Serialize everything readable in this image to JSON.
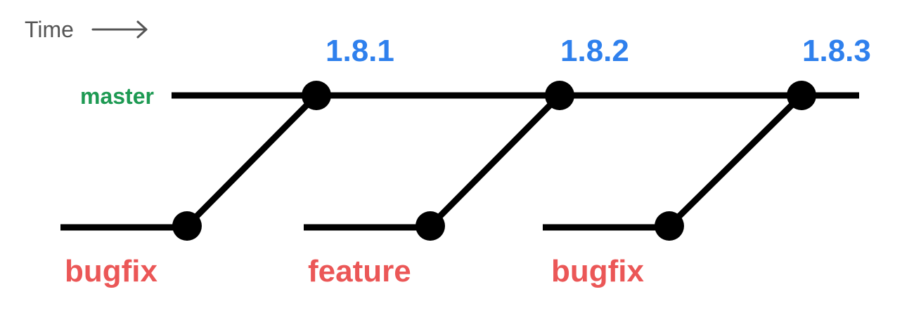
{
  "time_label": "Time",
  "main_branch": {
    "label": "master",
    "color": "#1e9a53"
  },
  "versions": [
    {
      "label": "1.8.1"
    },
    {
      "label": "1.8.2"
    },
    {
      "label": "1.8.3"
    }
  ],
  "side_branches": [
    {
      "label": "bugfix"
    },
    {
      "label": "feature"
    },
    {
      "label": "bugfix"
    }
  ],
  "colors": {
    "version": "#2f80ed",
    "side_branch": "#eb5757",
    "line": "#000000",
    "time": "#555555"
  }
}
